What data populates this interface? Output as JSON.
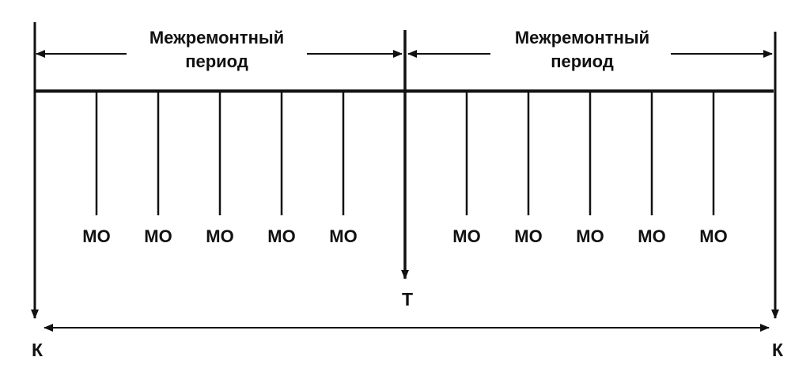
{
  "colors": {
    "ink": "#111111",
    "background": "#ffffff"
  },
  "periods": [
    {
      "line1": "Межремонтный",
      "line2": "период"
    },
    {
      "line1": "Межремонтный",
      "line2": "период"
    }
  ],
  "mo_label": "МО",
  "left_mo_count": 5,
  "right_mo_count": 5,
  "t_label": "Т",
  "k_label": "К"
}
